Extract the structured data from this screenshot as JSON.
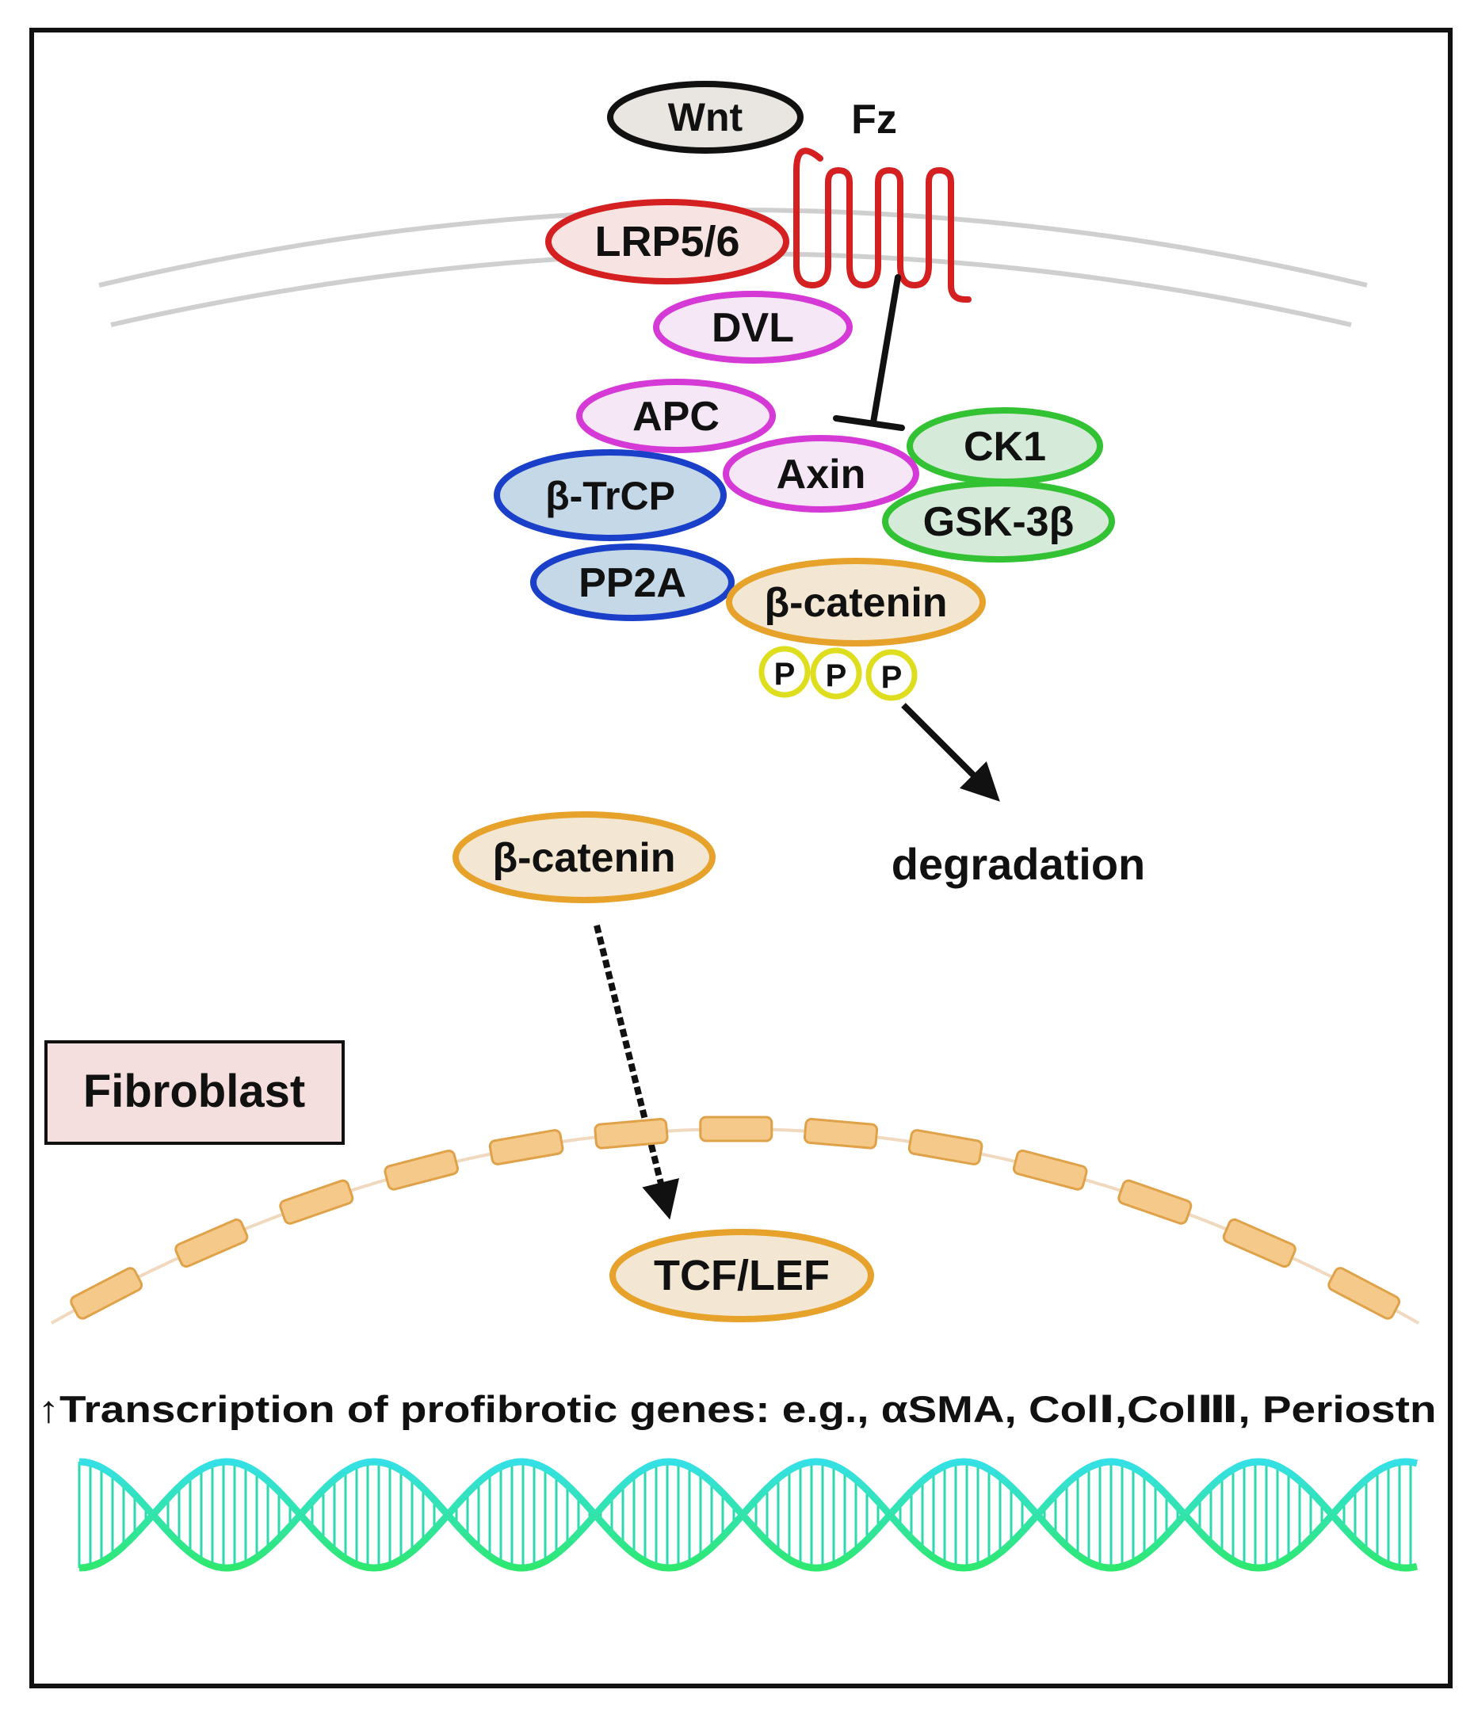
{
  "labels": {
    "wnt": "Wnt",
    "fz": "Fz",
    "lrp": "LRP5/6",
    "dvl": "DVL",
    "apc": "APC",
    "axin": "Axin",
    "ck1": "CK1",
    "btrcp": "β-TrCP",
    "gsk": "GSK-3β",
    "pp2a": "PP2A",
    "bcat_complex": "β-catenin",
    "phospho": "P",
    "degradation": "degradation",
    "bcat_free": "β-catenin",
    "cell_type": "Fibroblast",
    "tcf": "TCF/LEF",
    "transcription": "↑Transcription of profibrotic genes: e.g., αSMA, ColⅠ,ColⅢ, Periostn"
  },
  "colors": {
    "membrane": "#cfcfcf",
    "fz_receptor": "#d42020",
    "lrp": "#d42020",
    "dvl": "#d63ad6",
    "apc": "#d63ad6",
    "axin": "#d63ad6",
    "ck1": "#33c233",
    "gsk": "#33c233",
    "btrcp": "#1a3fc8",
    "pp2a": "#1a3fc8",
    "catenin": "#e6a22a",
    "phospho_ring": "#dede1e",
    "nuclear_pore": "#f5c98a",
    "dna_top": "#35e0e6",
    "dna_bottom": "#2ee870"
  }
}
